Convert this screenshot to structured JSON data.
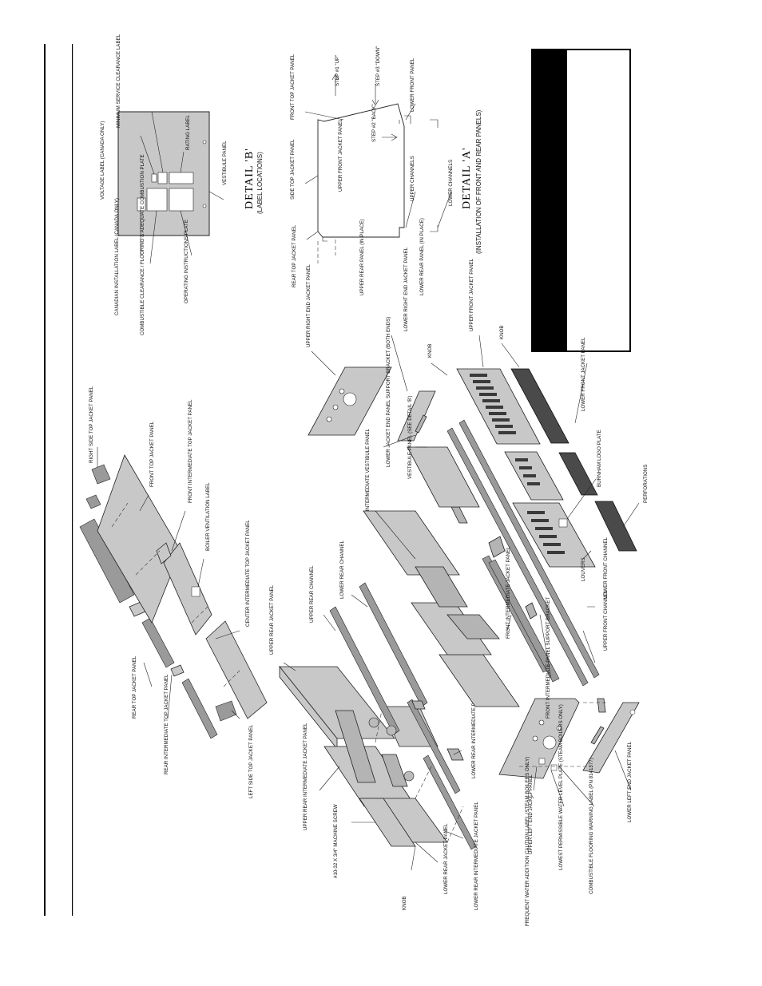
{
  "exploded_view": {
    "labels": {
      "knob_left": "KNOB",
      "machine_screw": "#10-32 X 3/4\" MACHINE SCREW",
      "upper_rear_intermediate": "UPPER REAR INTERMEDIATE JACKET PANEL",
      "lower_rear_jacket": "LOWER REAR JACKET PANEL",
      "lower_rear_intermediate": "LOWER REAR INTERMEDIATE JACKET PANEL",
      "frequent_water": "FREQUENT WATER ADDITION CAUTION LABEL (STEAM BOILERS ONLY)",
      "upper_left_end": "UPPER LEFT END JACKET PANEL",
      "lowest_permissible": "LOWEST PERMISSIBLE WATER LEVEL PLATE (STEAM BOILERS ONLY)",
      "combustible_warning": "COMBUSTIBLE FLOORING WARNING LABEL (PN 8141377)",
      "lower_left_end": "LOWER LEFT END JACKET PANEL",
      "lower_rear_support": "LOWER REAR INTERMEDIATE PANEL SUPPORT BRACKET",
      "front_int_support": "FRONT INTERMEDIATE PANEL SUPPORT BRACKET",
      "upper_front_channel": "UPPER FRONT CHANNEL",
      "front_intermediate": "FRONT INTERMEDIATE JACKET PANEL",
      "lower_front_channel": "LOWER FRONT CHANNEL",
      "louvers": "LOUVERS",
      "perforations": "PERFORATIONS",
      "burnham_logo": "BURNHAM LOGO PLATE",
      "lower_front_right": "LOWER FRONT JACKET PANEL",
      "knob_mid": "KNOB",
      "upper_front_jacket": "UPPER FRONT JACKET PANEL",
      "knob_right": "KNOB",
      "lower_right_end": "LOWER RIGHT END JACKET PANEL",
      "upper_right_end": "UPPER RIGHT END JACKET PANEL",
      "lower_jacket_end_support": "LOWER JACKET END PANEL SUPPORT BRACKET (BOTH ENDS)",
      "vestibule_see_b": "VESTIBULE PANEL (SEE DETAIL 'B')",
      "intermediate_vestibule": "INTERMEDIATE VESTIBULE PANEL",
      "lower_rear_channel": "LOWER REAR CHANNEL",
      "upper_rear_channel": "UPPER REAR CHANNEL",
      "upper_rear_jacket": "UPPER REAR JACKET PANEL",
      "left_side_top": "LEFT SIDE TOP JACKET PANEL",
      "rear_intermediate_top": "REAR INTERMEDIATE TOP JACKET PANEL",
      "rear_top": "REAR TOP JACKET PANEL",
      "center_intermediate_top": "CENTER INTERMEDIATE TOP JACKET PANEL",
      "boiler_ventilation": "BOILER VENTILATION LABEL",
      "front_intermediate_top": "FRONT INTERMEDIATE TOP JACKET PANEL",
      "front_top": "FRONT TOP JACKET PANEL",
      "right_side_top": "RIGHT SIDE TOP JACKET PANEL"
    }
  },
  "detail_b": {
    "title": "DETAIL 'B'",
    "subtitle": "(LABEL LOCATIONS)",
    "labels": {
      "canadian_installation": "CANADIAN INSTALLATION LABEL (CANADA ONLY)",
      "combustible_clearance": "COMBUSTIBLE CLEARANCE / FLOORING & ADEQUATE COMBUSTION PLATE",
      "operating_instructions": "OPERATING INSTRUCTIONS PLATE",
      "voltage": "VOLTAGE LABEL (CANADA ONLY)",
      "minimum_service": "MINIMUM SERVICE CLEARANCE LABEL",
      "rating": "RATING LABEL",
      "vestibule": "VESTIBULE PANEL"
    }
  },
  "detail_a": {
    "title": "DETAIL 'A'",
    "subtitle": "(INSTALLATION OF FRONT AND REAR PANELS)",
    "labels": {
      "rear_top": "REAR TOP JACKET PANEL",
      "side_top": "SIDE TOP JACKET PANEL",
      "front_top": "FRONT TOP JACKET PANEL",
      "upper_rear": "UPPER REAR PANEL (IN PLACE)",
      "upper_front": "UPPER FRONT JACKET PANEL",
      "step2": "STEP #2 \"BACK\"",
      "step1": "STEP #1 \"UP\"",
      "step3": "STEP #3 \"DOWN\"",
      "lower_rear": "LOWER REAR PANEL (IN PLACE)",
      "upper_channels": "UPPER CHANNELS",
      "lower_channels": "LOWER CHANNELS",
      "lower_front": "LOWER FRONT PANEL"
    }
  },
  "colors": {
    "panel": "#c8c8c8",
    "dark": "#000000"
  }
}
